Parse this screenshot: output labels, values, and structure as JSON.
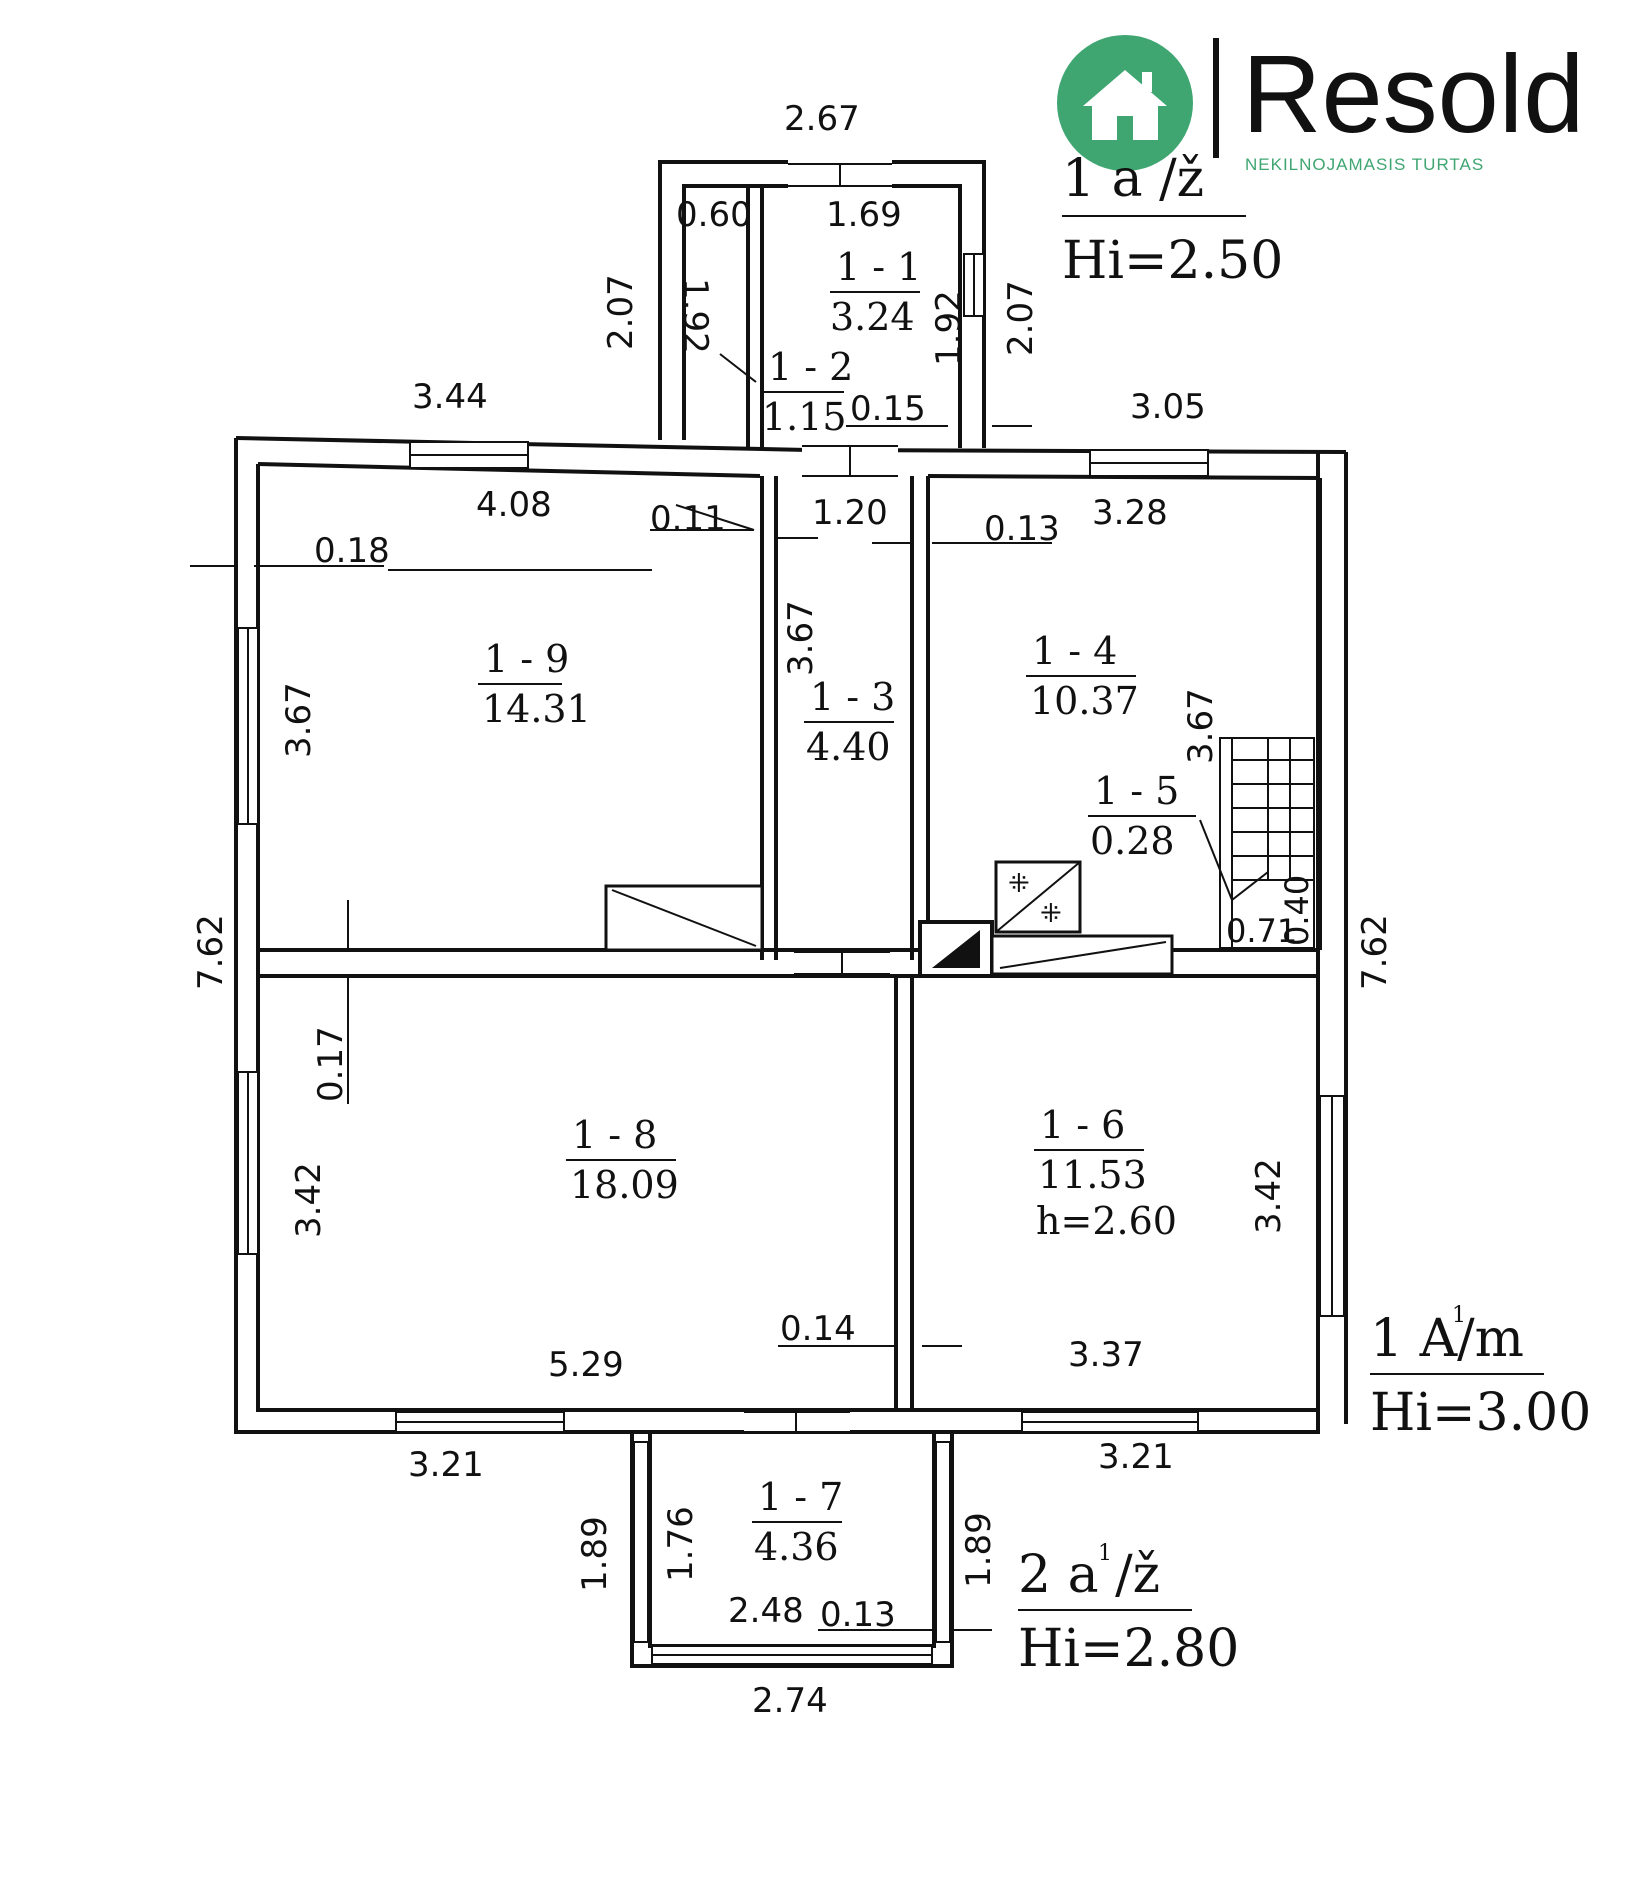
{
  "brand": {
    "name": "Resold",
    "tagline": "NEKILNOJAMASIS TURTAS",
    "color": "#3fa672",
    "icon": "house-icon"
  },
  "levels": {
    "attic": {
      "title": "1 a /ž",
      "height": "Hi=2.50"
    },
    "main": {
      "title": "1 A/m",
      "sup": "1",
      "height": "Hi=3.00"
    },
    "porch": {
      "title": "2 a /ž",
      "sup": "1",
      "height": "Hi=2.80"
    }
  },
  "rooms": {
    "r11": {
      "id": "1 - 1",
      "area": "3.24"
    },
    "r12": {
      "id": "1 - 2",
      "area": "1.15"
    },
    "r13": {
      "id": "1 - 3",
      "area": "4.40"
    },
    "r14": {
      "id": "1 - 4",
      "area": "10.37"
    },
    "r15": {
      "id": "1 - 5",
      "area": "0.28"
    },
    "r16": {
      "id": "1 - 6",
      "area": "11.53",
      "height": "h=2.60"
    },
    "r17": {
      "id": "1 - 7",
      "area": "4.36"
    },
    "r18": {
      "id": "1 - 8",
      "area": "18.09"
    },
    "r19": {
      "id": "1 - 9",
      "area": "14.31"
    }
  },
  "dims": {
    "top_267": "2.67",
    "v060": "0.60",
    "v169": "1.69",
    "v207_l": "2.07",
    "v207_r": "2.07",
    "v192_l": "1.92",
    "v192_r": "1.92",
    "v015": "0.15",
    "v344": "3.44",
    "v305": "3.05",
    "v408": "4.08",
    "v011": "0.11",
    "v120": "1.20",
    "v013_top": "0.13",
    "v328": "3.28",
    "v018": "0.18",
    "v367_l": "3.67",
    "v367_mid": "3.67",
    "v367_r": "3.67",
    "v762_l": "7.62",
    "v762_r": "7.62",
    "v017": "0.17",
    "v342_l": "3.42",
    "v342_r": "3.42",
    "v071": "0.71",
    "v040": "0.40",
    "v014": "0.14",
    "v529": "5.29",
    "v337": "3.37",
    "v321_l": "3.21",
    "v321_r": "3.21",
    "v189_l": "1.89",
    "v176": "1.76",
    "v189_r": "1.89",
    "v248": "2.48",
    "v013_bot": "0.13",
    "v274": "2.74"
  }
}
